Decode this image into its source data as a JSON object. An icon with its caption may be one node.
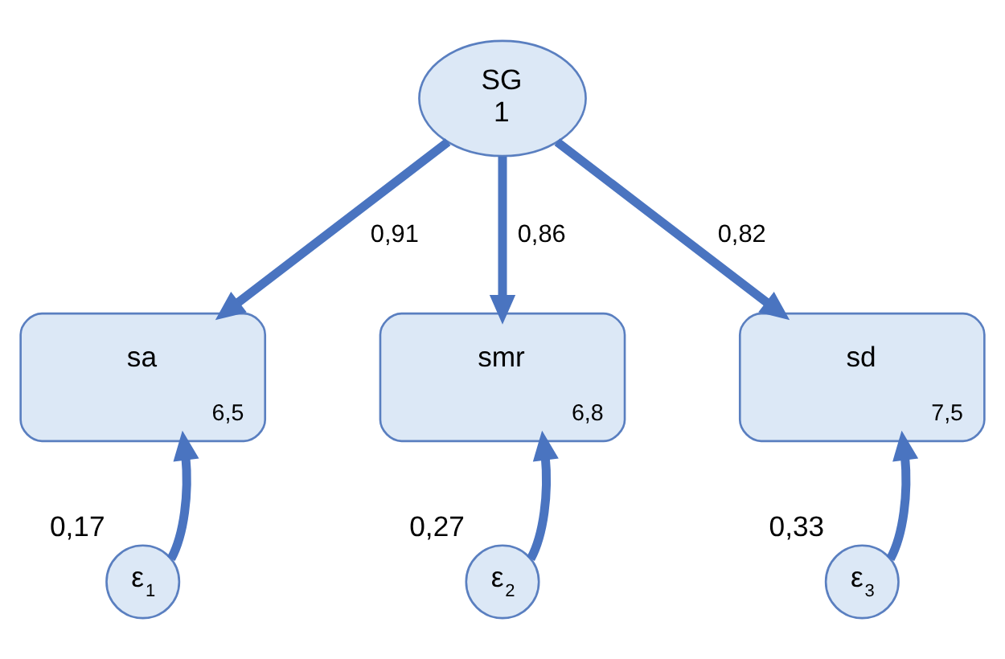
{
  "diagram": {
    "nodes": [
      {
        "text": [
          "SG",
          "1"
        ]
      },
      {
        "text": [
          "sa",
          "6,5"
        ]
      },
      {
        "text": [
          "smr",
          "6,8"
        ]
      },
      {
        "text": [
          "sd",
          "7,5"
        ]
      },
      {
        "text": [
          "ε$_{1}$"
        ],
        "beside": [
          "0,17"
        ]
      },
      {
        "text": [
          "ε$_{2}$"
        ],
        "beside": [
          "0,27"
        ]
      },
      {
        "text": [
          "ε$_{3}$"
        ],
        "beside": [
          "0,33"
        ]
      }
    ],
    "edges": [
      {
        "from": 0,
        "to": 1,
        "arrow": "to",
        "label": "0,91"
      },
      {
        "from": 0,
        "to": 2,
        "arrow": "to",
        "label": "0,86"
      },
      {
        "from": 0,
        "to": 3,
        "arrow": "to",
        "label": "0,82"
      },
      {
        "from": 4,
        "to": 1,
        "arrow": "to"
      },
      {
        "from": 5,
        "to": 2,
        "arrow": "to"
      },
      {
        "from": 6,
        "to": 3,
        "arrow": "to"
      }
    ]
  }
}
